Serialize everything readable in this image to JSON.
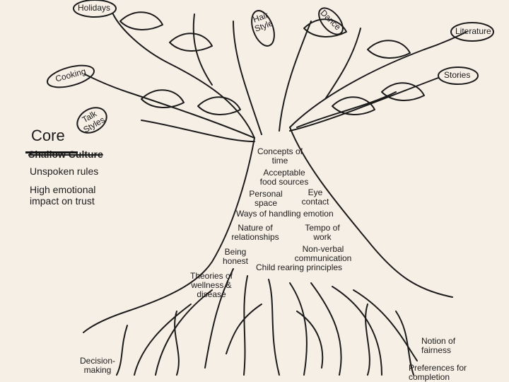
{
  "heading": {
    "handwritten_overlay": "Core",
    "crossed_out": "Shallow Culture"
  },
  "side_notes": [
    "Unspoken rules",
    "High emotional impact on trust"
  ],
  "branch_leaves": {
    "holidays": "Holidays",
    "hair_style": "Hair Style",
    "dance": "Dance",
    "literature": "Literature",
    "cooking": "Cooking",
    "stories": "Stories",
    "talk_styles": "Talk Styles"
  },
  "trunk_items": {
    "concepts_of_time": "Concepts of time",
    "acceptable_food": "Acceptable food sources",
    "personal_space": "Personal space",
    "eye_contact": "Eye contact",
    "handling_emotion": "Ways of handling emotion",
    "nature_relationships": "Nature of relationships",
    "tempo_work": "Tempo of work",
    "being_honest": "Being honest",
    "nonverbal": "Non-verbal communication",
    "child_rearing": "Child rearing principles",
    "theories_wellness": "Theories of wellness & disease"
  },
  "root_items": {
    "decision_making": "Decision-making",
    "notion_fairness": "Notion of fairness",
    "preferences_completion": "Preferences for completion"
  },
  "colors": {
    "paper": "#f6efe6",
    "ink": "#1c1b1b"
  }
}
